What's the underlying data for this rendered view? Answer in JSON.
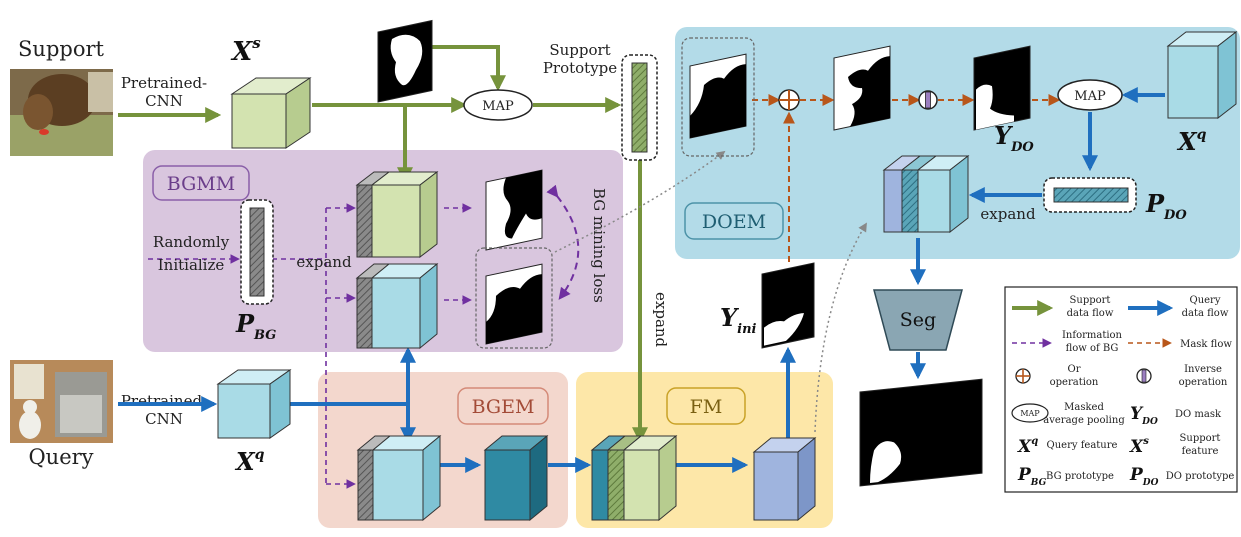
{
  "labels": {
    "support": "Support",
    "query": "Query",
    "pretrained_1": "Pretrained-",
    "pretrained_2": "CNN",
    "map": "MAP",
    "support_prototype_1": "Support",
    "support_prototype_2": "Prototype",
    "randomly_1": "Randomly",
    "randomly_2": "Initialize",
    "expand": "expand",
    "bg_mining_loss": "BG mining loss",
    "seg": "Seg"
  },
  "modules": {
    "bgmm": "BGMM",
    "doem": "DOEM",
    "bgem": "BGEM",
    "fm": "FM"
  },
  "math": {
    "xs": {
      "base": "X",
      "sup": "s"
    },
    "xq": {
      "base": "X",
      "sup": "q"
    },
    "pbg": {
      "base": "P",
      "sub": "BG"
    },
    "pdo": {
      "base": "P",
      "sub": "DO"
    },
    "ydo": {
      "base": "Y",
      "sub": "DO"
    },
    "yini": {
      "base": "Y",
      "sub": "ini"
    }
  },
  "legend": {
    "support_flow": [
      "Support",
      "data flow"
    ],
    "query_flow": [
      "Query",
      "data flow"
    ],
    "bg_flow": [
      "Information",
      "flow of BG"
    ],
    "mask_flow": "Mask flow",
    "or_op": [
      "Or",
      "operation"
    ],
    "inverse_op": [
      "Inverse",
      "operation"
    ],
    "map_desc": [
      "Masked",
      "average pooling"
    ],
    "do_mask": "DO mask",
    "query_feature": "Query feature",
    "support_feature": [
      "Support",
      "feature"
    ],
    "bg_prototype": "BG prototype",
    "do_prototype": "DO prototype"
  },
  "colors": {
    "support_flow": "#76933c",
    "query_flow": "#1f6fbf",
    "bg_flow": "#7030a0",
    "mask_flow": "#b8561a",
    "bgmm_bg": "#d9c6de",
    "doem_bg": "#b3dbe8",
    "bgem_bg": "#f3d7cd",
    "fm_bg": "#fde7a8",
    "green_cube": "#d3e3b0",
    "blue_cube": "#a9dbe6",
    "teal_cube": "#2f8aa3",
    "periwinkle_cube": "#9fb4de"
  }
}
